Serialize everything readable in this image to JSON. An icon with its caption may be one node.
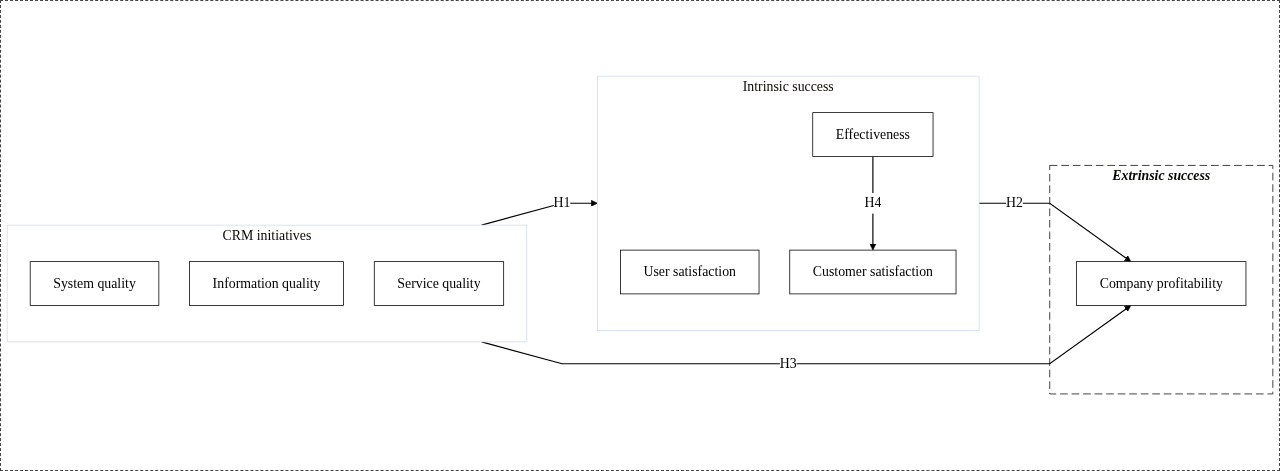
{
  "diagram": {
    "nodes": [
      {
        "text": [
          "CRM initiatives"
        ]
      },
      {
        "text": [
          "System quality"
        ],
        "in": 0
      },
      {
        "text": [
          "Information quality"
        ],
        "in": 0
      },
      {
        "text": [
          "Service quality"
        ],
        "in": 0
      },
      {
        "text": [
          "Intrinsic success"
        ]
      },
      {
        "text": [
          "User satisfaction"
        ],
        "in": 4
      },
      {
        "text": [
          "Effectiveness"
        ],
        "in": 4
      },
      {
        "text": [
          "Customer satisfaction"
        ],
        "in": 4
      },
      {
        "text": [
          "Extrinsic success"
        ]
      },
      {
        "text": [
          "Company profitability"
        ],
        "in": 8
      }
    ],
    "edges": [
      {
        "from": 0,
        "to": 4,
        "arrow": "to",
        "label": "H1"
      },
      {
        "from": 4,
        "to": 9,
        "arrow": "to",
        "label": "H2"
      },
      {
        "from": 0,
        "to": 9,
        "arrow": "to",
        "label": "H3"
      },
      {
        "from": 6,
        "to": 7,
        "arrow": "to",
        "label": "H4"
      }
    ]
  }
}
